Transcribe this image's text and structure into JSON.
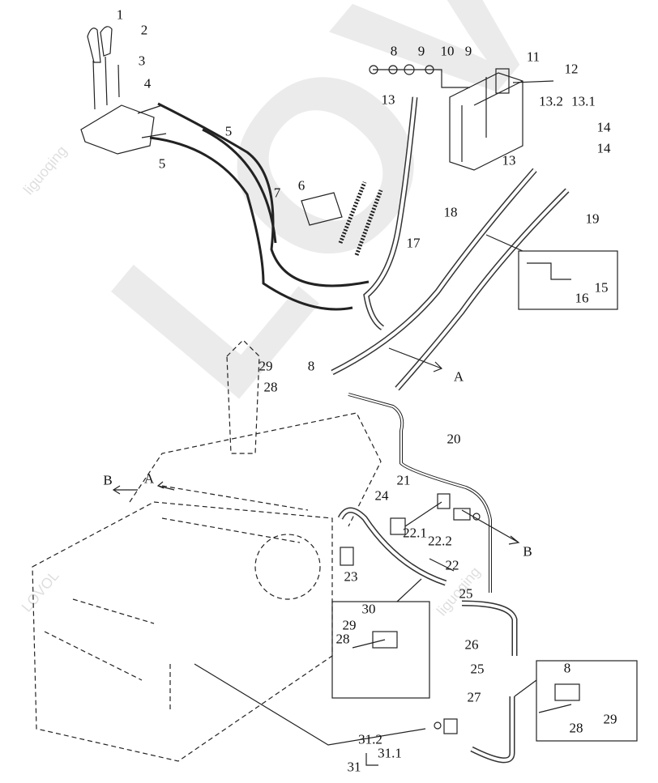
{
  "watermarks": {
    "brand": "LOVOL",
    "author": "liguoqing"
  },
  "callouts": [
    "1",
    "2",
    "3",
    "4",
    "5",
    "5",
    "6",
    "7",
    "8",
    "9",
    "10",
    "9",
    "11",
    "12",
    "13",
    "13.2",
    "13.1",
    "14",
    "14",
    "13",
    "18",
    "19",
    "17",
    "15",
    "16",
    "A",
    "29",
    "8",
    "28",
    "20",
    "B",
    "A",
    "21",
    "24",
    "22.1",
    "22.2",
    "B",
    "22",
    "23",
    "25",
    "30",
    "29",
    "28",
    "26",
    "25",
    "8",
    "27",
    "28",
    "29",
    "31.2",
    "31.1",
    "31"
  ],
  "colors": {
    "line": "#222222",
    "watermark": "#d9d9d9"
  }
}
